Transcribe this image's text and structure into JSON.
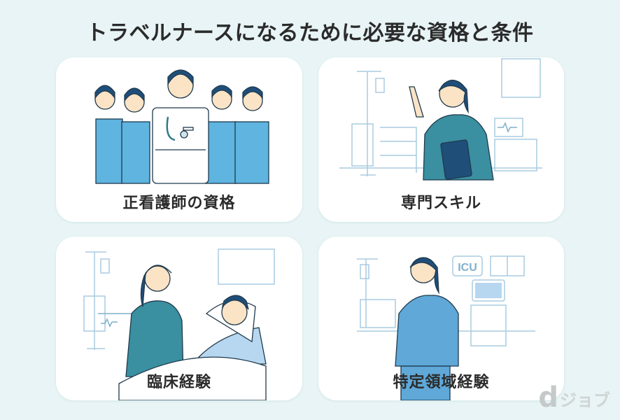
{
  "page": {
    "title": "トラベルナースになるために必要な資格と条件",
    "background_color": "#e8f4f5"
  },
  "cards": [
    {
      "label": "正看護師の資格",
      "illustration": "group-of-nurses-with-head-nurse"
    },
    {
      "label": "専門スキル",
      "illustration": "nurse-raising-finger-with-clipboard"
    },
    {
      "label": "臨床経験",
      "illustration": "nurse-caring-for-patient-in-bed"
    },
    {
      "label": "特定領域経験",
      "illustration": "nurse-in-icu",
      "icu_sign": "ICU"
    }
  ],
  "logo": {
    "mark": "d",
    "text": "ジョブ"
  },
  "colors": {
    "scrub_light": "#5fb4e0",
    "scrub_teal": "#3a8fa0",
    "hair": "#1f4e79",
    "line": "#a9cbe0",
    "skin": "#fbe3c6",
    "text": "#2b2b2b"
  }
}
